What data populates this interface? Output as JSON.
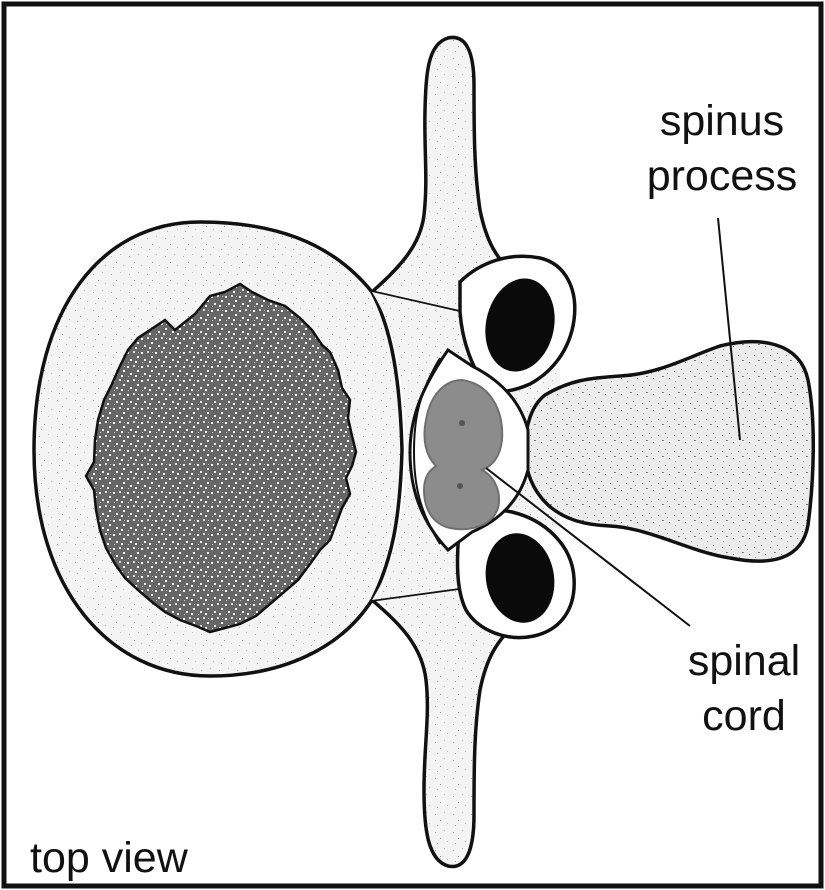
{
  "labels": {
    "spinus_line1": "spinus",
    "spinus_line2": "process",
    "cord_line1": "spinal",
    "cord_line2": "cord",
    "view": "top view"
  },
  "colors": {
    "outline": "#111111",
    "bone": "#f4f4f4",
    "body_core": "#6a6a6a",
    "spinal_cord": "#8c8c8c",
    "foramen": "#0a0a0a"
  }
}
